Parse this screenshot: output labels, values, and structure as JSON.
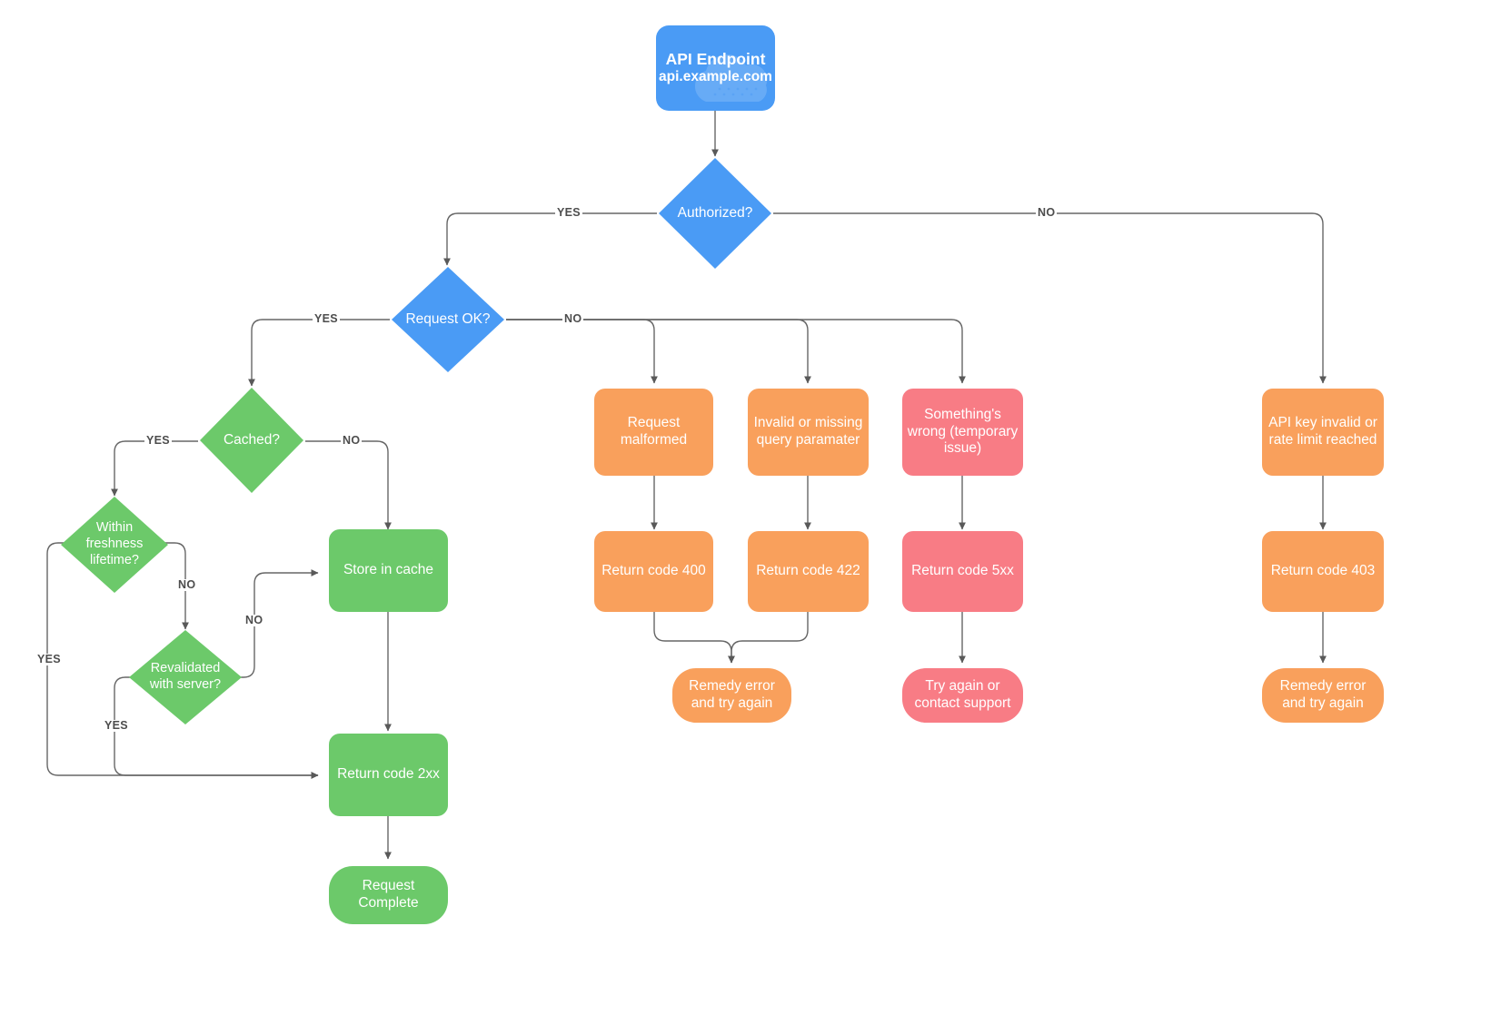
{
  "diagram": {
    "title": "API request handling flowchart",
    "colors": {
      "blue": "#4a9bf5",
      "green": "#6cc96a",
      "orange": "#f9a05c",
      "pink": "#f87c85",
      "edge": "#666666",
      "label": "#4d4d4d",
      "background": "#ffffff"
    }
  },
  "nodes": {
    "start": {
      "title": "API Endpoint",
      "subtitle": "api.example.com",
      "icon": "cloud-icon",
      "color": "#4a9bf5"
    },
    "authorized": {
      "label": "Authorized?",
      "color": "#4a9bf5"
    },
    "request_ok": {
      "label": "Request OK?",
      "color": "#4a9bf5"
    },
    "cached": {
      "label": "Cached?",
      "color": "#6cc96a"
    },
    "within_freshness": {
      "label": "Within\nfreshness\nlifetime?",
      "color": "#6cc96a"
    },
    "revalidated": {
      "label": "Revalidated\nwith server?",
      "color": "#6cc96a"
    },
    "store_in_cache": {
      "label": "Store in cache",
      "color": "#6cc96a"
    },
    "return_2xx": {
      "label": "Return code 2xx",
      "color": "#6cc96a"
    },
    "request_complete": {
      "label": "Request\nComplete",
      "color": "#6cc96a"
    },
    "request_malformed": {
      "label": "Request\nmalformed",
      "color": "#f9a05c"
    },
    "invalid_query": {
      "label": "Invalid or missing\nquery paramater",
      "color": "#f9a05c"
    },
    "something_wrong": {
      "label": "Something's\nwrong (temporary\nissue)",
      "color": "#f87c85"
    },
    "api_key_invalid": {
      "label": "API key invalid or\nrate limit reached",
      "color": "#f9a05c"
    },
    "return_400": {
      "label": "Return code 400",
      "color": "#f9a05c"
    },
    "return_422": {
      "label": "Return code 422",
      "color": "#f9a05c"
    },
    "return_5xx": {
      "label": "Return code 5xx",
      "color": "#f87c85"
    },
    "return_403": {
      "label": "Return code 403",
      "color": "#f9a05c"
    },
    "remedy_error_left": {
      "label": "Remedy error\nand try again",
      "color": "#f9a05c"
    },
    "try_again_support": {
      "label": "Try again or\ncontact support",
      "color": "#f87c85"
    },
    "remedy_error_right": {
      "label": "Remedy error\nand try again",
      "color": "#f9a05c"
    }
  },
  "edge_labels": {
    "authorized_yes": "YES",
    "authorized_no": "NO",
    "request_ok_yes": "YES",
    "request_ok_no": "NO",
    "cached_yes": "YES",
    "cached_no": "NO",
    "freshness_no": "NO",
    "freshness_yes": "YES",
    "revalidated_no": "NO",
    "revalidated_yes": "YES"
  }
}
